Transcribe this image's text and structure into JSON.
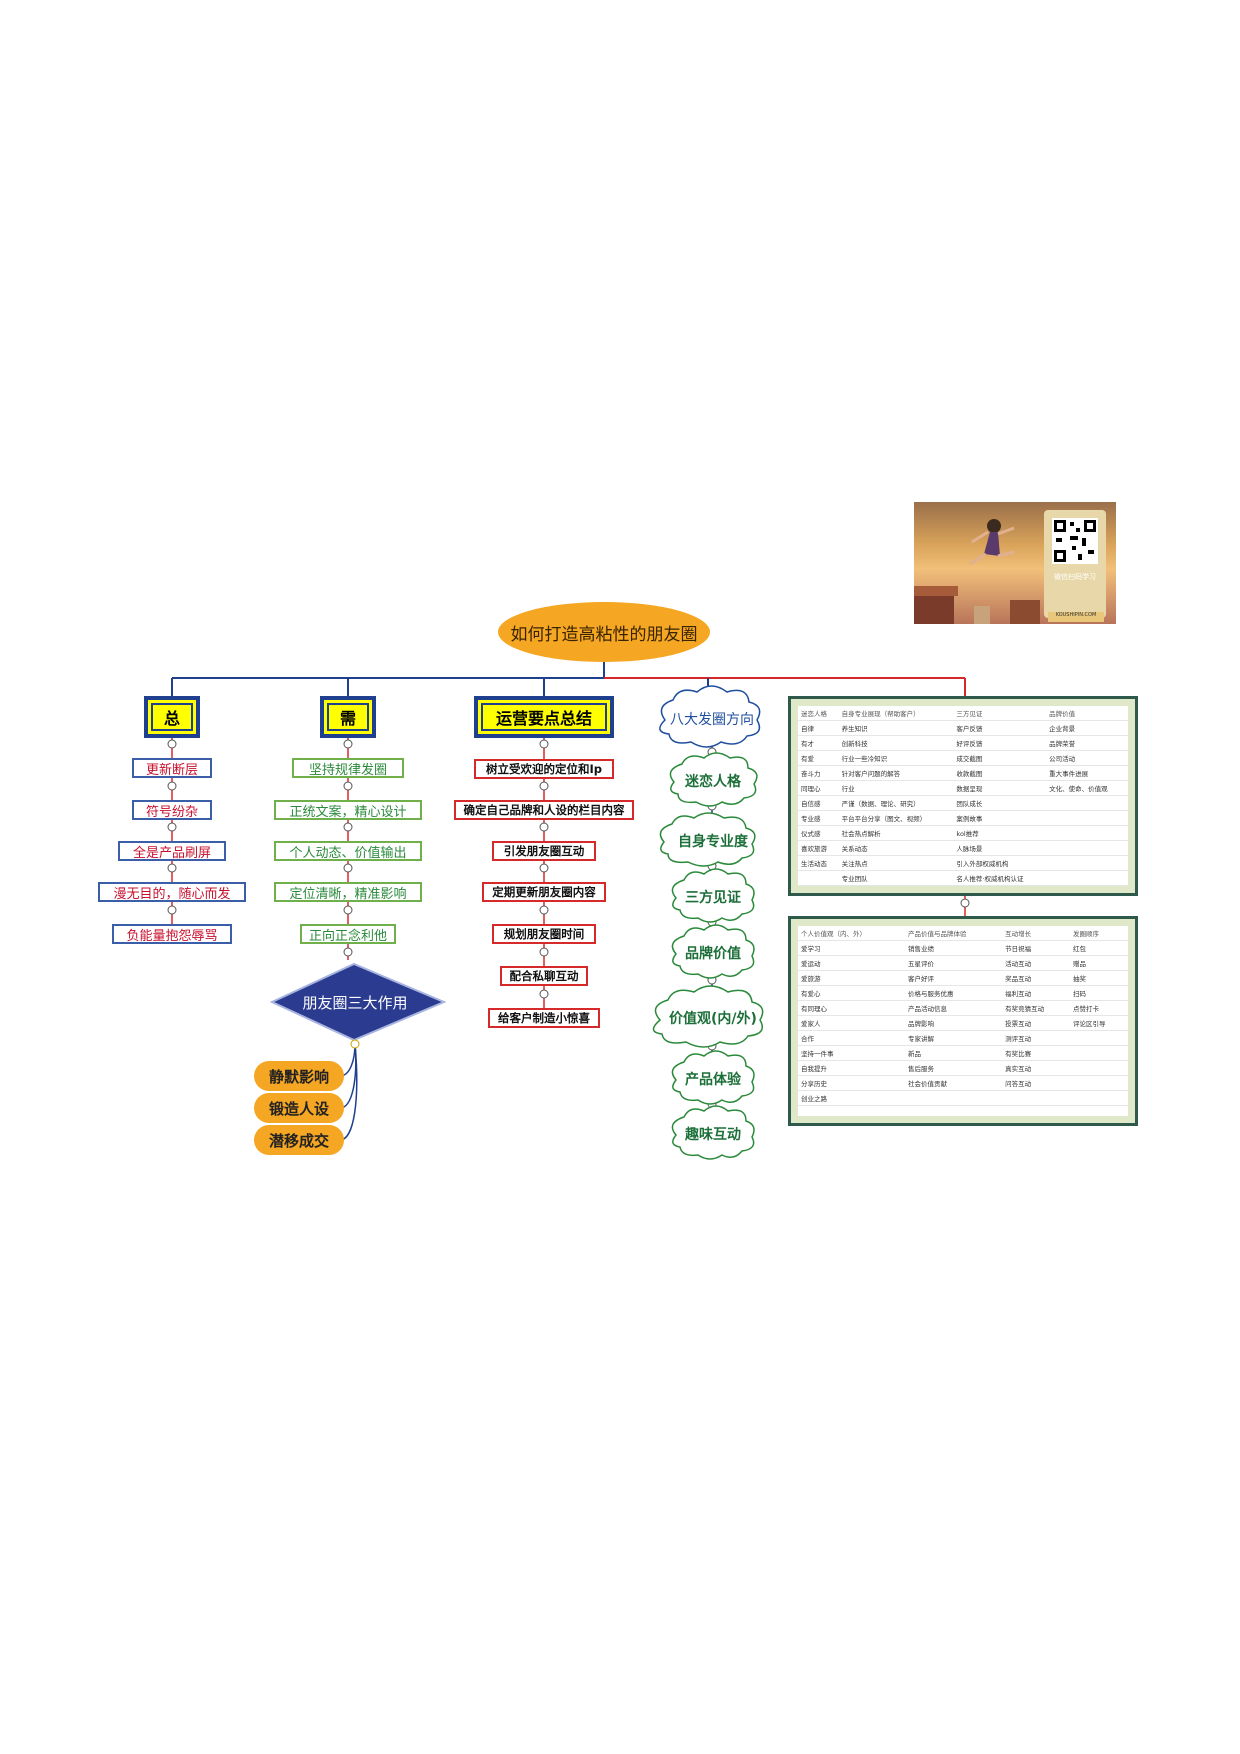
{
  "title": "如何打造高粘性的朋友圈",
  "branches": {
    "zong": {
      "label": "总",
      "items": [
        "更新断层",
        "符号纷杂",
        "全是产品刷屏",
        "漫无目的，随心而发",
        "负能量抱怨辱骂"
      ]
    },
    "xu": {
      "label": "需",
      "items": [
        "坚持规律发圈",
        "正统文案，精心设计",
        "个人动态、价值输出",
        "定位清晰，精准影响",
        "正向正念利他"
      ],
      "diamond": "朋友圈三大作用",
      "effects": [
        "静默影响",
        "锻造人设",
        "潜移成交"
      ]
    },
    "yunying": {
      "label": "运营要点总结",
      "items": [
        "树立受欢迎的定位和Ip",
        "确定自己品牌和人设的栏目内容",
        "引发朋友圈互动",
        "定期更新朋友圈内容",
        "规划朋友圈时间",
        "配合私聊互动",
        "给客户制造小惊喜"
      ]
    },
    "fangxiang": {
      "label": "八大发圈方向",
      "items": [
        "迷恋人格",
        "自身专业度",
        "三方见证",
        "品牌价值",
        "价值观(内/外)",
        "产品体验",
        "趣味互动"
      ]
    }
  },
  "panel_top": {
    "headers": [
      "迷恋人格",
      "自身专业展现（帮助客户）",
      "三方见证",
      "品牌价值"
    ],
    "rows": [
      [
        "自律",
        "",
        "养生知识",
        "",
        "客户反馈",
        "企业背景"
      ],
      [
        "有才",
        "",
        "创新科技",
        "",
        "好评反馈",
        "品牌荣誉"
      ],
      [
        "有爱",
        "",
        "行业一些冷知识",
        "",
        "成交截图",
        "公司活动"
      ],
      [
        "奋斗力",
        "",
        "针对客户问题的解答",
        "",
        "收款截图",
        "重大事件进展"
      ],
      [
        "同理心",
        "",
        "行业",
        "",
        "数据呈现",
        "文化、使命、价值观"
      ],
      [
        "自信感",
        "",
        "严谨（数据、理论、研究）",
        "",
        "团队成长",
        ""
      ],
      [
        "专业感",
        "",
        "平台平台分享（图文、视频）",
        "",
        "案例故事",
        ""
      ],
      [
        "仪式感",
        "",
        "社会热点解析",
        "",
        "kol推荐",
        ""
      ],
      [
        "喜欢旅游",
        "",
        "关系动态",
        "",
        "人脉场景",
        ""
      ],
      [
        "生活动态",
        "",
        "关注热点",
        "",
        "引入外部权威机构",
        ""
      ],
      [
        "",
        "",
        "专业团队",
        "",
        "名人推荐·权威机构认证",
        ""
      ]
    ]
  },
  "panel_bottom": {
    "headers": [
      "个人价值观（内、外）",
      "产品价值与品牌体验",
      "互动增长",
      "发圈顺序"
    ],
    "rows": [
      [
        "爱学习",
        "销售业绩",
        "节日祝福",
        "红包"
      ],
      [
        "爱运动",
        "五星评价",
        "活动互动",
        "赠品"
      ],
      [
        "爱旅游",
        "客户好评",
        "奖品互动",
        "抽奖"
      ],
      [
        "有爱心",
        "价格与服务优惠",
        "福利互动",
        "扫码"
      ],
      [
        "有同理心",
        "产品活动信息",
        "有奖竞猜互动",
        "点赞打卡"
      ],
      [
        "爱家人",
        "品牌影响",
        "投票互动",
        "评论区引导"
      ],
      [
        "合作",
        "专家讲解",
        "测评互动",
        ""
      ],
      [
        "坚持一件事",
        "新品",
        "有奖比赛",
        ""
      ],
      [
        "自我提升",
        "售后服务",
        "真实互动",
        ""
      ],
      [
        "分享历史",
        "社会价值贡献",
        "问答互动",
        ""
      ],
      [
        "创业之路",
        "",
        "",
        ""
      ]
    ]
  },
  "promo": {
    "caption": "微信扫码学习",
    "site": "KOUSHIPIN.COM"
  },
  "colors": {
    "root_fill": "#f5a623",
    "header_fill": "#ffff00",
    "header_border": "#1f3f8f",
    "diamond_fill": "#2b3b8f",
    "connector_blue": "#1f3f8f",
    "connector_red": "#d62a2a"
  }
}
